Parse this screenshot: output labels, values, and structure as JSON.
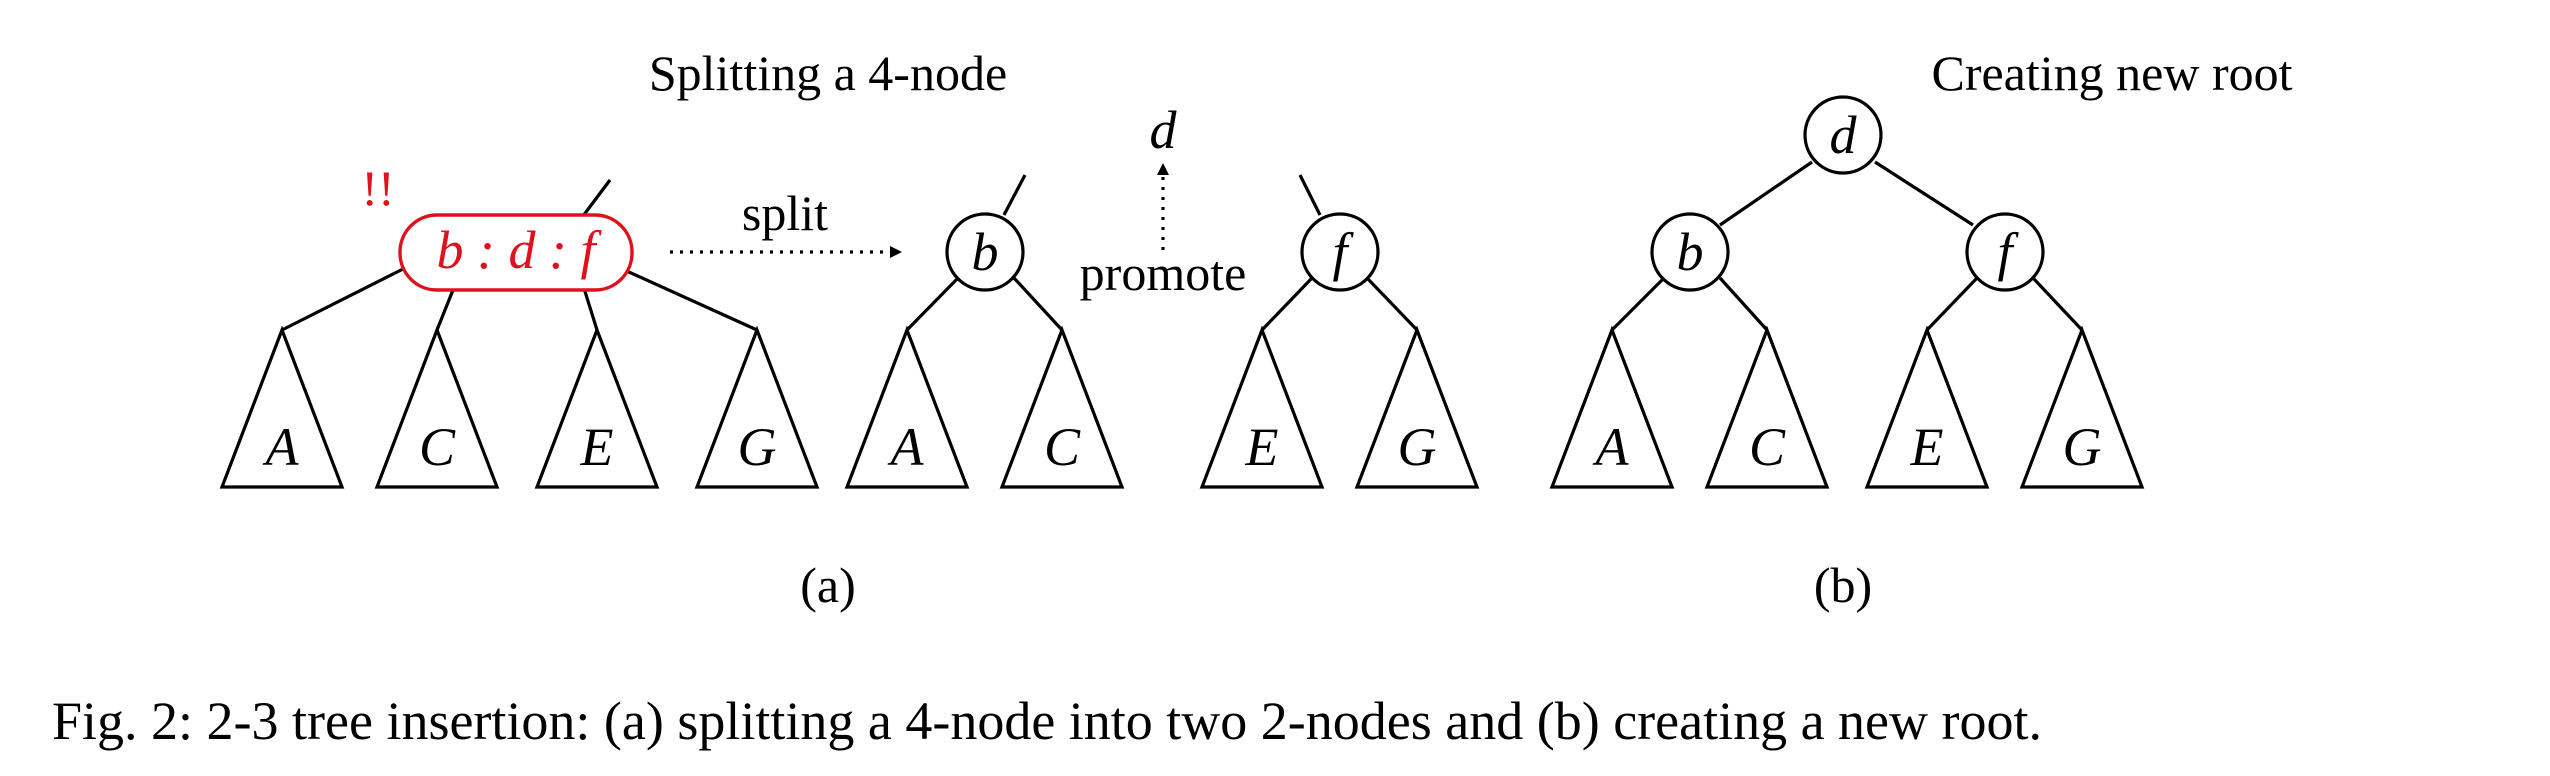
{
  "panel_a": {
    "title": "Splitting a 4-node",
    "warning_mark": "!!",
    "four_node_label": "b : d : f",
    "arrow_label": "split",
    "promote_label": "promote",
    "promoted_key": "d",
    "left_node_key": "b",
    "right_node_key": "f",
    "subtrees_before": [
      "A",
      "C",
      "E",
      "G"
    ],
    "subtrees_after": [
      "A",
      "C",
      "E",
      "G"
    ],
    "sublabel": "(a)"
  },
  "panel_b": {
    "title": "Creating new root",
    "root_key": "d",
    "left_key": "b",
    "right_key": "f",
    "subtrees": [
      "A",
      "C",
      "E",
      "G"
    ],
    "sublabel": "(b)"
  },
  "colors": {
    "highlight": "#e0101c",
    "ink": "#000000"
  },
  "caption": "Fig. 2: 2-3 tree insertion: (a) splitting a 4-node into two 2-nodes and (b) creating a new root."
}
